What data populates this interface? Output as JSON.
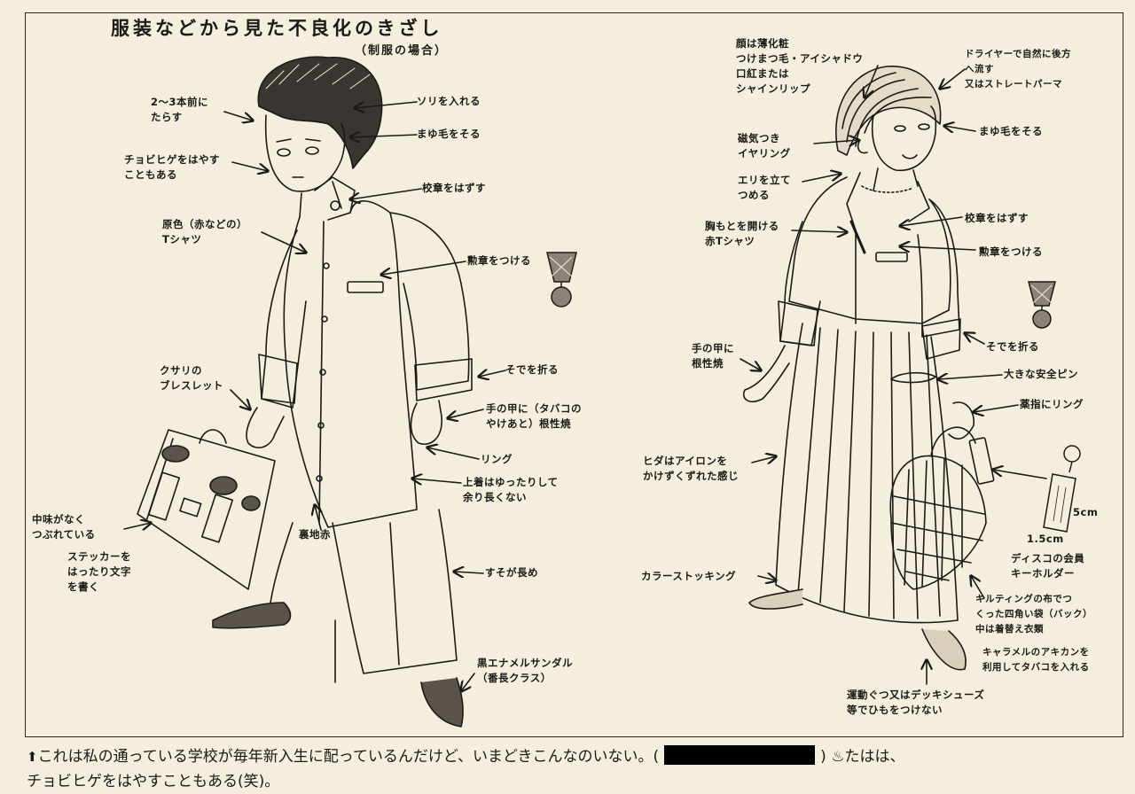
{
  "title": "服装などから見た不良化のきざし",
  "subtitle": "（制服の場合）",
  "boy_labels": {
    "bangs": "2～3本前に\nたらす",
    "shave": "ソリを入れる",
    "eyebrow": "まゆ毛をそる",
    "mustache": "チョビヒゲをはやす\nこともある",
    "badge": "校章をはずす",
    "tshirt": "原色（赤などの）\nTシャツ",
    "medal": "勲章をつける",
    "bracelet": "クサリの\nブレスレット",
    "sleeve": "そでを折る",
    "hand_burn": "手の甲に（タバコの\nやけあと）根性焼",
    "ring": "リング",
    "jacket": "上着はゆったりして\n余り長くない",
    "bag_flat": "中味がなく\nつぶれている",
    "sticker": "ステッカーを\nはったり文字\nを書く",
    "lining": "裏地赤",
    "hem": "すそが長め",
    "sandal": "黒エナメルサンダル\n（番長クラス）"
  },
  "girl_labels": {
    "makeup": "顔は薄化粧\nつけまつ毛・アイシャドウ\n口紅または\nシャインリップ",
    "hair": "ドライヤーで自然に後方\nへ流す\n又はストレートパーマ",
    "eyebrow": "まゆ毛をそる",
    "earring": "磁気つき\nイヤリング",
    "collar": "エリを立て\nつめる",
    "badge": "校章をはずす",
    "chest": "胸もとを開ける\n赤Tシャツ",
    "medal": "勲章をつける",
    "hand_burn": "手の甲に\n根性焼",
    "sleeve": "そでを折る",
    "pin": "大きな安全ピン",
    "ring": "薬指にリング",
    "pleats": "ヒダはアイロンを\nかけずくずれた感じ",
    "size_w": "5cm",
    "size_h": "1.5cm",
    "keyholder": "ディスコの会員\nキーホルダー",
    "stocking": "カラーストッキング",
    "quilt_bag": "キルティングの布でつ\nくった四角い袋（バック）\n中は着替え衣類",
    "caramel": "キャラメルのアキカンを\n利用してタバコを入れる",
    "shoes": "運動ぐつ又はデッキシューズ\n等でひもをつけない"
  },
  "caption": {
    "line1": "これは私の通っている学校が毎年新入生に配っているんだけど、いまどきこんなのいない。(",
    "line1_end": ")",
    "line1_tail": "たはは、",
    "line2": "チョビヒゲをはやすこともある(笑)。"
  },
  "colors": {
    "ink": "#1c1a17",
    "paper": "#f4eedd",
    "redaction": "#000000"
  },
  "icons": [
    "medal-icon",
    "keyholder-icon",
    "up-arrow-icon",
    "hot-spring-icon"
  ]
}
